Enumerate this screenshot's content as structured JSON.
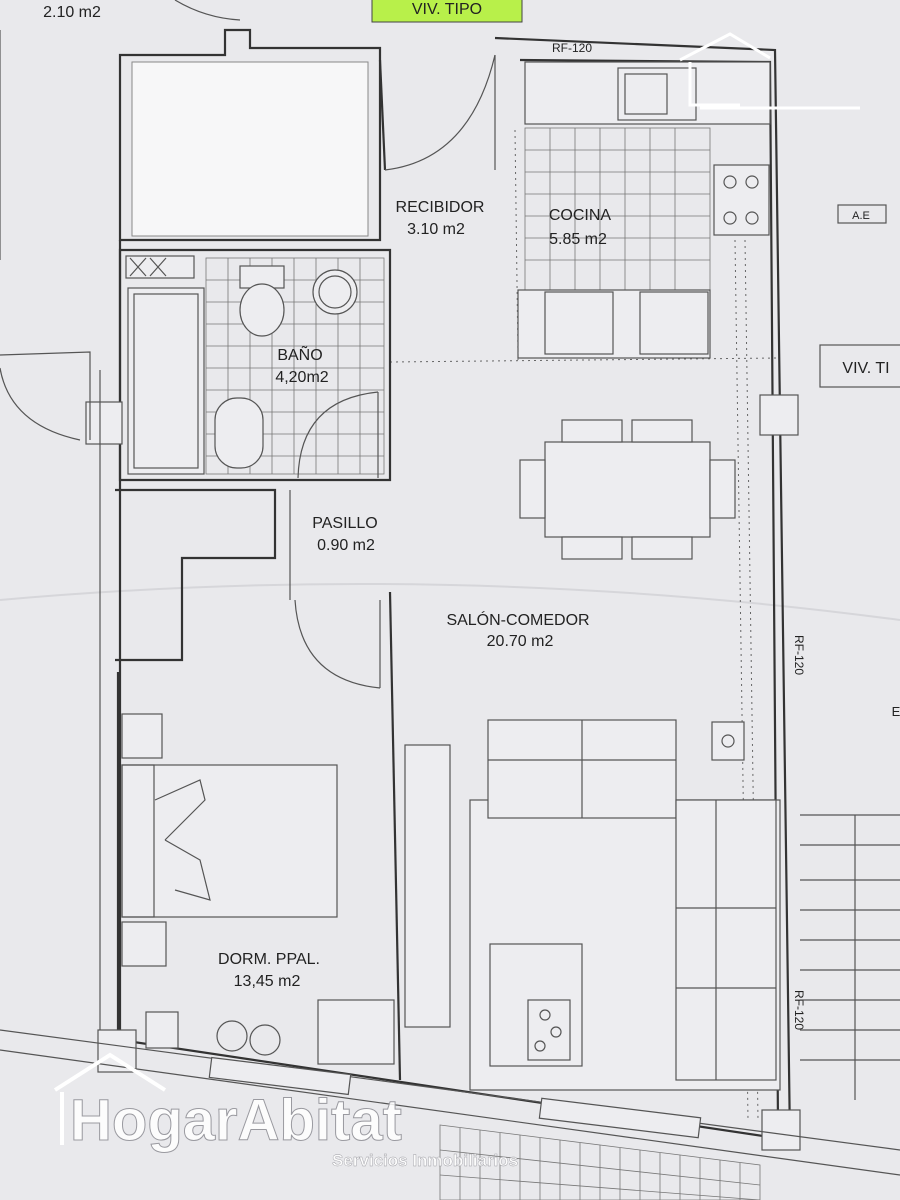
{
  "rooms": {
    "top_left_area": "2.10 m2",
    "recibidor": {
      "name": "RECIBIDOR",
      "area": "3.10 m2"
    },
    "cocina": {
      "name": "COCINA",
      "area": "5.85 m2"
    },
    "bano": {
      "name": "BAÑO",
      "area": "4,20m2"
    },
    "pasillo": {
      "name": "PASILLO",
      "area": "0.90 m2"
    },
    "salon": {
      "name": "SALÓN-COMEDOR",
      "area": "20.70 m2"
    },
    "dormitorio": {
      "name": "DORM. PPAL.",
      "area": "13,45 m2"
    }
  },
  "labels": {
    "top_unit": "VIV. TIPO",
    "right_unit": "VIV. TI",
    "fire_rating": "RF-120",
    "ae_mark": "A.E",
    "right_edge_letter": "E"
  },
  "watermark": {
    "brand": "HogarAbitat",
    "tagline": "Servicios Inmobiliarios"
  },
  "colors": {
    "paper": "#e9e9ec",
    "line": "#333333",
    "top_label_bg": "#b8f04a"
  }
}
